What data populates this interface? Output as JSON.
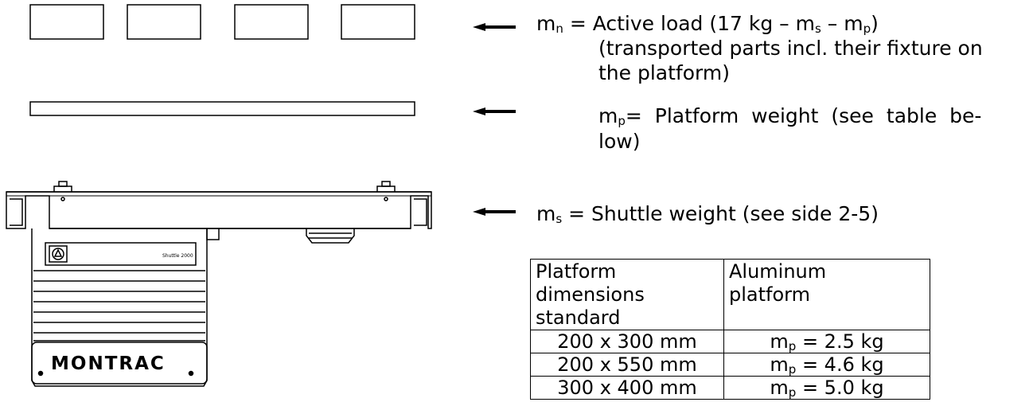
{
  "labels": {
    "active_load": {
      "symbol": "m",
      "symbol_sub": "n",
      "text": " = Active load (17 kg – m",
      "sub1": "s",
      "mid": " – m",
      "sub2": "p",
      "end": ")",
      "line2": "(transported parts incl. their fixture on",
      "line3": "the platform)"
    },
    "platform_weight": {
      "symbol": "m",
      "symbol_sub": "p",
      "text": "= Platform weight (see table be-",
      "line2": "low)"
    },
    "shuttle_weight": {
      "symbol": "m",
      "symbol_sub": "s",
      "text": " = Shuttle weight (see side 2-5)"
    }
  },
  "table": {
    "headers": [
      [
        "Platform dimensions",
        "standard"
      ],
      [
        "Aluminum",
        "platform"
      ]
    ],
    "rows": [
      {
        "dim": "200 x 300 mm",
        "mass_prefix": "m",
        "mass_sub": "p",
        "mass_value": " = 2.5 kg"
      },
      {
        "dim": "200 x 550 mm",
        "mass_prefix": "m",
        "mass_sub": "p",
        "mass_value": " = 4.6 kg"
      },
      {
        "dim": "300 x 400 mm",
        "mass_prefix": "m",
        "mass_sub": "p",
        "mass_value": " = 5.0 kg"
      }
    ]
  },
  "drawing": {
    "brand": "MONTRAC",
    "shuttle_label": "Shuttle 2000"
  }
}
